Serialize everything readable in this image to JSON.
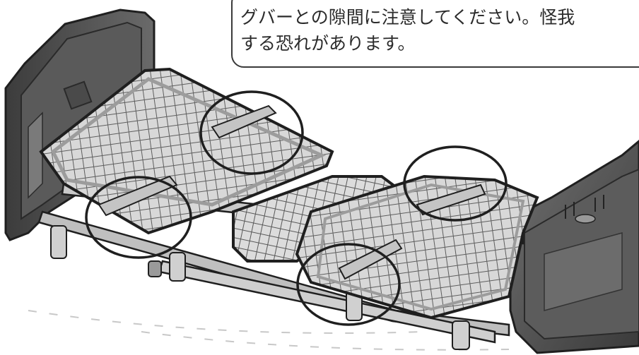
{
  "caution_text": {
    "line1": "グバーとの隙間に注意してください。怪我",
    "line2": "する恐れがあります。"
  },
  "illustration": {
    "subject": "electric care bed frame with mesh sections",
    "highlight_count": 4,
    "colors": {
      "panel": "#4a4a4a",
      "frame": "#bdbdbd",
      "mesh": "#6a6a6a",
      "outline": "#1f1f1f"
    }
  }
}
